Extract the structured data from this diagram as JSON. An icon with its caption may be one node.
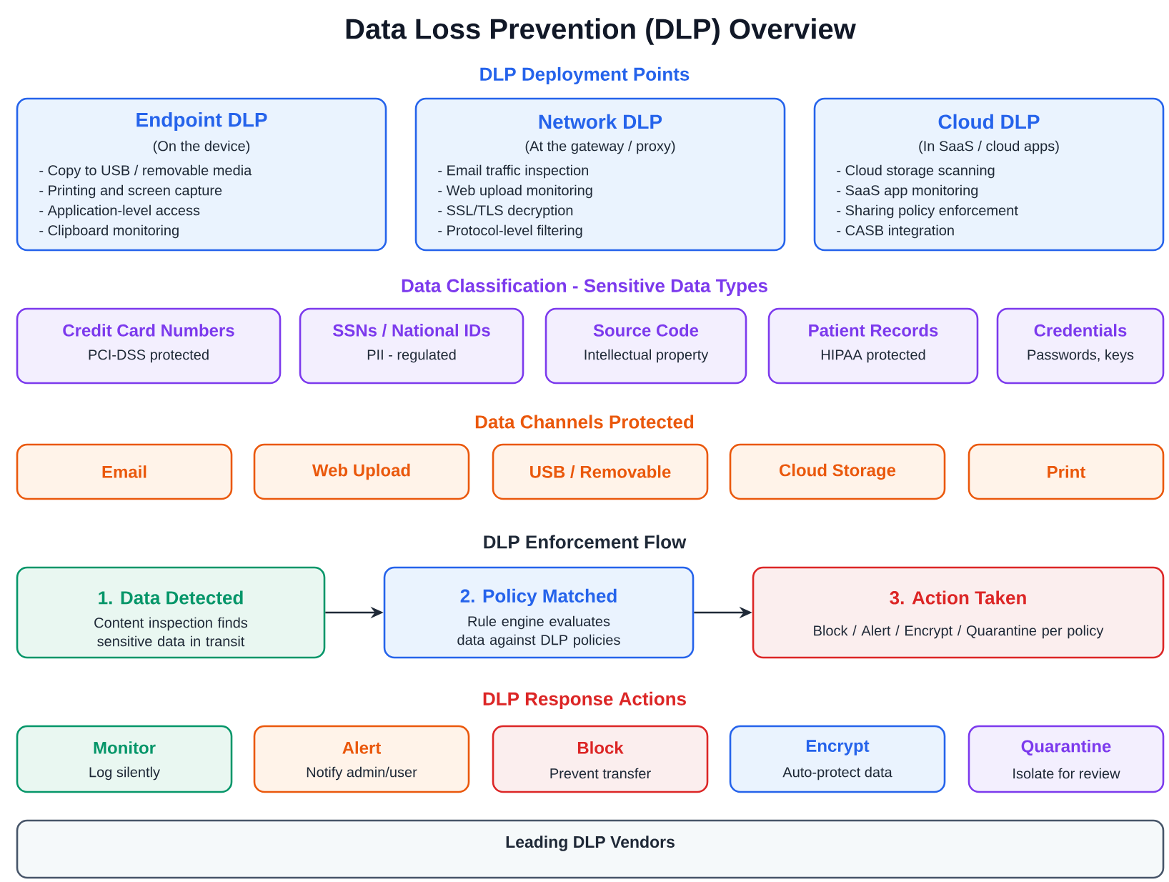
{
  "diagram": {
    "title": "Data Loss Prevention (DLP) Overview",
    "nodes": [
      {
        "text": [
          "Endpoint DLP",
          "(On the device)",
          "- Copy to USB / removable media",
          "- Printing and screen capture",
          "- Application-level access",
          "- Clipboard monitoring"
        ]
      },
      {
        "text": [
          "Network DLP",
          "(At the gateway / proxy)",
          "- Email traffic inspection",
          "- Web upload monitoring",
          "- SSL/TLS decryption",
          "- Protocol-level filtering"
        ]
      },
      {
        "text": [
          "Cloud DLP",
          "(In SaaS / cloud apps)",
          "- Cloud storage scanning",
          "- SaaS app monitoring",
          "- Sharing policy enforcement",
          "- CASB integration"
        ]
      },
      {
        "text": [
          "Credit Card Numbers",
          "PCI-DSS protected"
        ]
      },
      {
        "text": [
          "SSNs / National IDs",
          "PII - regulated"
        ]
      },
      {
        "text": [
          "Source Code",
          "Intellectual property"
        ]
      },
      {
        "text": [
          "Patient Records",
          "HIPAA protected"
        ]
      },
      {
        "text": [
          "Credentials",
          "Passwords, keys"
        ]
      },
      {
        "text": [
          "Email"
        ]
      },
      {
        "text": [
          "Web Upload"
        ]
      },
      {
        "text": [
          "USB / Removable"
        ]
      },
      {
        "text": [
          "Cloud Storage"
        ]
      },
      {
        "text": [
          "Print"
        ]
      },
      {
        "text": [
          "1. Data Detected",
          "Content inspection finds sensitive data in transit"
        ]
      },
      {
        "text": [
          "2. Policy Matched",
          "Rule engine evaluates data against DLP policies"
        ]
      },
      {
        "text": [
          "3. Action Taken",
          "Block / Alert / Encrypt / Quarantine per policy"
        ]
      },
      {
        "text": [
          "Monitor",
          "Log silently"
        ]
      },
      {
        "text": [
          "Alert",
          "Notify admin/user"
        ]
      },
      {
        "text": [
          "Block",
          "Prevent transfer"
        ]
      },
      {
        "text": [
          "Encrypt",
          "Auto-protect data"
        ]
      },
      {
        "text": [
          "Quarantine",
          "Isolate for review"
        ]
      },
      {
        "text": [
          "Leading DLP Vendors"
        ]
      }
    ],
    "edges": [
      {
        "from": 13,
        "to": 14,
        "arrow": "to"
      },
      {
        "from": 14,
        "to": 15,
        "arrow": "to"
      }
    ],
    "labels": [
      "DLP Deployment Points",
      "Data Classification - Sensitive Data Types",
      "Data Channels Protected",
      "DLP Enforcement Flow",
      "DLP Response Actions"
    ]
  }
}
